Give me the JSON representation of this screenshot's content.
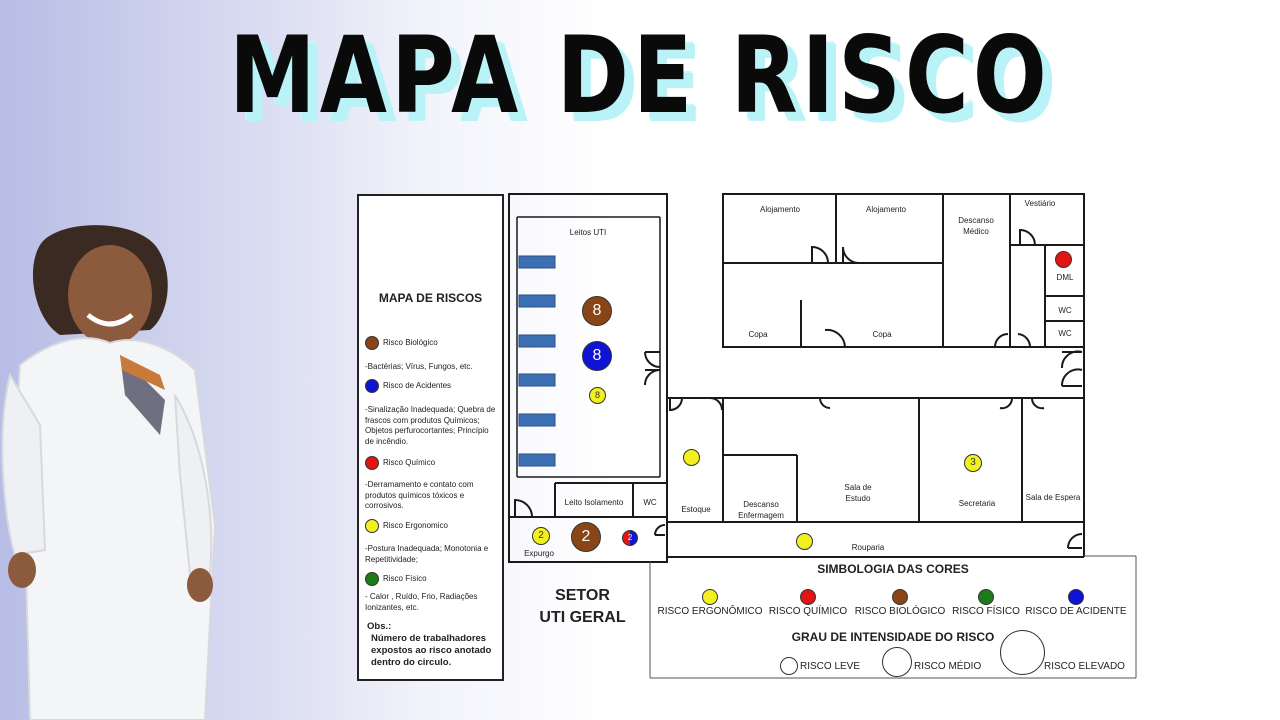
{
  "title": "MAPA DE RISCO",
  "colors": {
    "biologico": "#8a4517",
    "acidente": "#0f14d4",
    "quimico": "#e31414",
    "ergonomico": "#f2f01e",
    "fisico": "#1a7d1a",
    "bed": "#3d6fb4"
  },
  "legend": {
    "title": "MAPA DE RISCOS",
    "items": [
      {
        "label": "Risco Biológico",
        "desc": "-Bactérias; Vírus, Fungos, etc."
      },
      {
        "label": "Risco de Acidentes",
        "desc": "-Sinalização Inadequada; Quebra de frascos com produtos Químicos; Objetos perfurocortantes; Princípio de incêndio."
      },
      {
        "label": "Risco Químico",
        "desc": "-Derramamento e contato com produtos químicos tóxicos e corrosivos."
      },
      {
        "label": "Risco Ergonomico",
        "desc": "-Postura Inadequada; Monotonia e Repetitividade;"
      },
      {
        "label": "Risco Físico",
        "desc": "- Calor , Ruído, Frio, Radiações Ionizantes, etc."
      }
    ],
    "obs_title": "Obs.:",
    "obs_text": "Número de trabalhadores expostos ao risco anotado dentro do circulo."
  },
  "rooms": {
    "leitos": "Leitos UTI",
    "isolamento": "Leito Isolamento",
    "wc1": "WC",
    "expurgo": "Expurgo",
    "alojamento1": "Alojamento",
    "alojamento2": "Alojamento",
    "descanso_medico": "Descanso Médico",
    "vestiario": "Vestiário",
    "dml": "DML",
    "wc2": "WC",
    "wc3": "WC",
    "copa1": "Copa",
    "copa2": "Copa",
    "estoque": "Estoque",
    "descanso_enf": "Descanso Enfermagem",
    "sala_estudo": "Sala de Estudo",
    "secretaria": "Secretaria",
    "sala_espera": "Sala de Espera",
    "rouparia": "Rouparia"
  },
  "markers": {
    "leitos_bio": "8",
    "leitos_acid": "8",
    "leitos_ergo": "8",
    "expurgo_ergo": "2",
    "expurgo_bio": "2",
    "expurgo_mixed": "2",
    "secretaria_ergo": "3"
  },
  "sector": {
    "line1": "SETOR",
    "line2": "UTI GERAL"
  },
  "simbologia": {
    "title": "SIMBOLOGIA DAS CORES",
    "colors": [
      "RISCO ERGONÔMICO",
      "RISCO QUÍMICO",
      "RISCO BIOLÓGICO",
      "RISCO FÍSICO",
      "RISCO DE ACIDENTE"
    ],
    "intensity_title": "GRAU DE INTENSIDADE DO RISCO",
    "sizes": [
      "RISCO LEVE",
      "RISCO MÉDIO",
      "RISCO ELEVADO"
    ]
  }
}
